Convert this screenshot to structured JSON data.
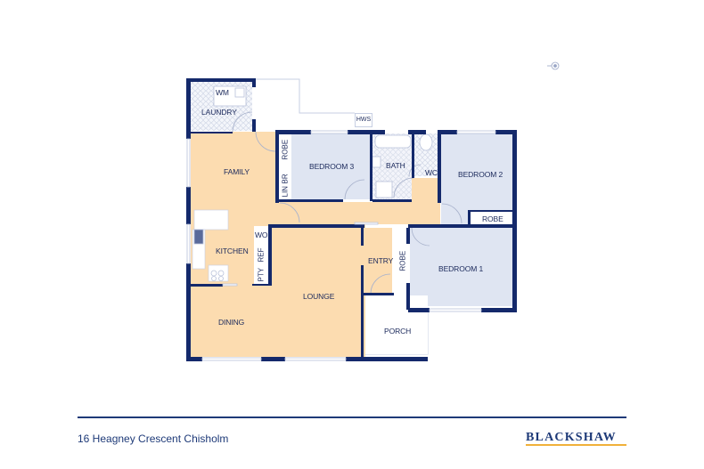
{
  "plan": {
    "colors": {
      "wall": "#14296b",
      "living_fill": "#fcdcb0",
      "bedroom_fill": "#dfe5f2",
      "wet_fill": "#eef1f8",
      "outline": "#c7cfe3",
      "background": "#ffffff"
    },
    "rooms": {
      "laundry": "LAUNDRY",
      "wm": "WM",
      "family": "FAMILY",
      "robe_b3": "ROBE",
      "lin": "LIN",
      "br": "BR",
      "bedroom3": "BEDROOM 3",
      "hws": "HWS",
      "bath": "BATH",
      "wc": "WC",
      "bedroom2": "BEDROOM 2",
      "robe_b2": "ROBE",
      "kitchen": "KITCHEN",
      "wo": "WO",
      "ref": "REF",
      "pty": "PTY",
      "lounge": "LOUNGE",
      "dining": "DINING",
      "entry": "ENTRY",
      "robe_b1": "ROBE",
      "bedroom1": "BEDROOM 1",
      "porch": "PORCH"
    }
  },
  "footer": {
    "address": "16 Heagney Crescent Chisholm",
    "brand": "BLACKSHAW",
    "brand_color": "#1e3a78",
    "brand_accent": "#f0b13a"
  },
  "icons": {
    "compass": "north-arrow-icon"
  }
}
